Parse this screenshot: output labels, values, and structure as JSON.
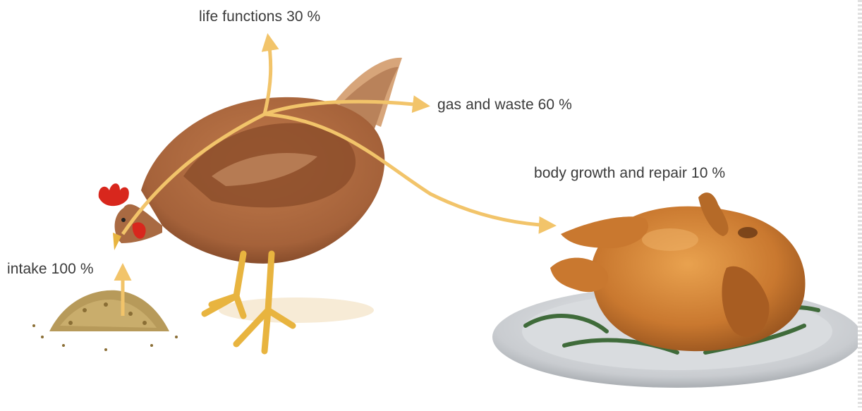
{
  "labels": {
    "life_functions": "life functions 30 %",
    "gas_and_waste": "gas and waste 60 %",
    "body_growth": "body growth and repair 10 %",
    "intake": "intake 100 %"
  },
  "colors": {
    "arrow": "#f2c46a",
    "hen_body": "#a5623a",
    "hen_dark": "#7a4324",
    "comb": "#d8271d",
    "legs": "#e8b43f",
    "feed": "#b79a5a",
    "roast": "#c9782f",
    "plate": "#c9ccd0",
    "herbs": "#3f6b3a"
  },
  "icons": {
    "hen": "hen-illustration",
    "feed": "feed-pile-illustration",
    "roast": "roast-chicken-illustration"
  }
}
